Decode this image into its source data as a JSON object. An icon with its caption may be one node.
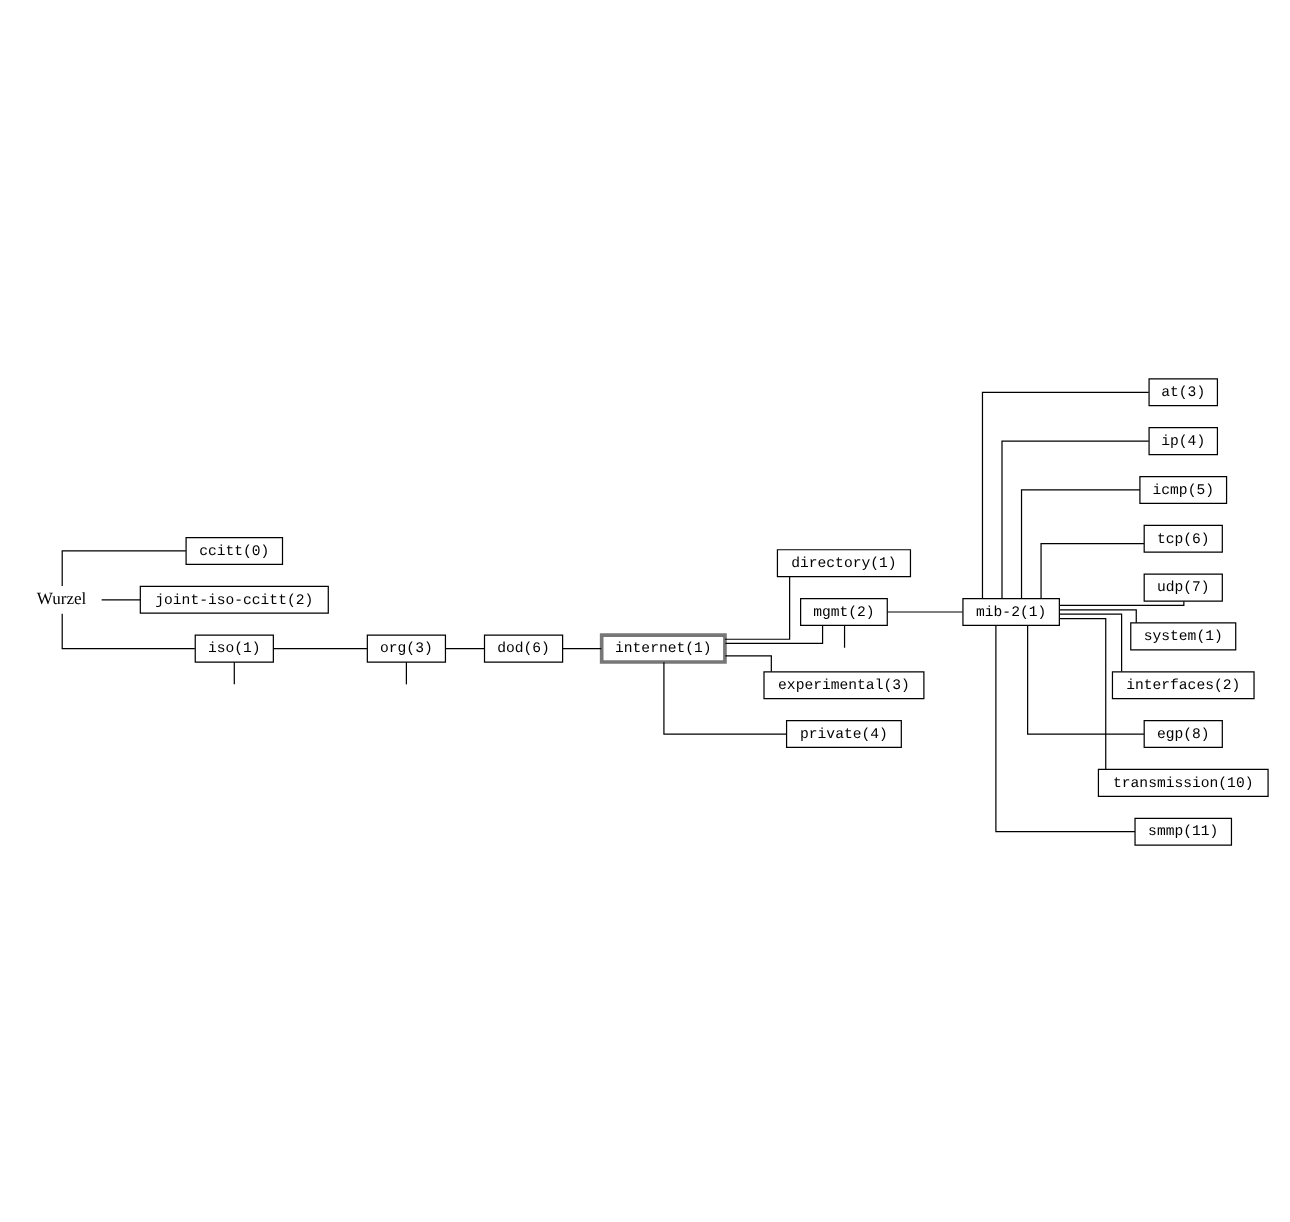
{
  "diagram": {
    "nodes": [
      {
        "text": [
          "Wurzel"
        ]
      },
      {
        "text": [
          "ccitt(0)"
        ]
      },
      {
        "text": [
          "joint-iso-ccitt(2)"
        ]
      },
      {
        "text": [
          "iso(1)"
        ]
      },
      {
        "text": [
          "org(3)"
        ]
      },
      {
        "text": [
          "dod(6)"
        ]
      },
      {
        "text": [
          "internet(1)"
        ]
      },
      {
        "text": [
          "directory(1)"
        ]
      },
      {
        "text": [
          "mgmt(2)"
        ]
      },
      {
        "text": [
          "mib-2(1)"
        ]
      },
      {
        "text": [
          "at(3)"
        ]
      },
      {
        "text": [
          "ip(4)"
        ]
      },
      {
        "text": [
          "icmp(5)"
        ]
      },
      {
        "text": [
          "tcp(6)"
        ]
      },
      {
        "text": [
          "udp(7)"
        ]
      },
      {
        "text": [
          "system(1)"
        ]
      },
      {
        "text": [
          "interfaces(2)"
        ]
      },
      {
        "text": [
          "egp(8)"
        ]
      },
      {
        "text": [
          "transmission(10)"
        ]
      },
      {
        "text": [
          "smmp(11)"
        ]
      },
      {
        "text": [
          "experimental(3)"
        ]
      },
      {
        "text": [
          "private(4)"
        ]
      }
    ],
    "edges": [
      {
        "from": 0,
        "to": 1,
        "arrow": "none"
      },
      {
        "from": 0,
        "to": 2,
        "arrow": "none"
      },
      {
        "from": 0,
        "to": 3,
        "arrow": "none"
      },
      {
        "from": 3,
        "to": 4,
        "arrow": "none"
      },
      {
        "from": 3,
        "to": null,
        "arrow": "none"
      },
      {
        "from": 4,
        "to": 5,
        "arrow": "none"
      },
      {
        "from": 4,
        "to": null,
        "arrow": "none"
      },
      {
        "from": 5,
        "to": 6,
        "arrow": "none"
      },
      {
        "from": 6,
        "to": 7,
        "arrow": "none"
      },
      {
        "from": 6,
        "to": 8,
        "arrow": "none"
      },
      {
        "from": 8,
        "to": 9,
        "arrow": "none"
      },
      {
        "from": 8,
        "to": null,
        "arrow": "none"
      },
      {
        "from": 9,
        "to": 10,
        "arrow": "none"
      },
      {
        "from": 9,
        "to": 11,
        "arrow": "none"
      },
      {
        "from": 9,
        "to": 12,
        "arrow": "none"
      },
      {
        "from": 9,
        "to": 13,
        "arrow": "none"
      },
      {
        "from": 9,
        "to": 14,
        "arrow": "none"
      },
      {
        "from": 9,
        "to": 15,
        "arrow": "none"
      },
      {
        "from": 9,
        "to": 16,
        "arrow": "none"
      },
      {
        "from": 9,
        "to": 17,
        "arrow": "none"
      },
      {
        "from": 9,
        "to": 18,
        "arrow": "none"
      },
      {
        "from": 9,
        "to": 19,
        "arrow": "none"
      },
      {
        "from": 6,
        "to": 20,
        "arrow": "none"
      },
      {
        "from": 6,
        "to": 21,
        "arrow": "none"
      }
    ]
  }
}
